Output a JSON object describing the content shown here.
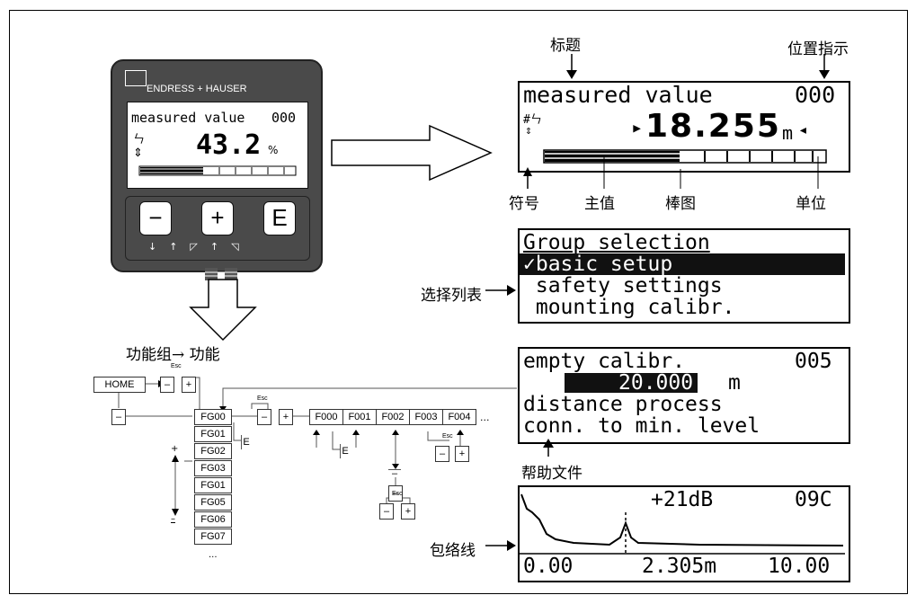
{
  "device": {
    "brand": "ENDRESS + HAUSER",
    "screen_title": "measured value",
    "screen_pos": "000",
    "screen_value": "43.2",
    "screen_unit": "%",
    "buttons": [
      "−",
      "+",
      "E"
    ]
  },
  "labels_cn": {
    "title": "标题",
    "position": "位置指示",
    "symbol": "符号",
    "main_value": "主值",
    "bargraph": "棒图",
    "unit": "单位",
    "select_list": "选择列表",
    "fg_to_f": "功能组→ 功能",
    "help_text": "帮助文件",
    "envelope": "包络线"
  },
  "display1": {
    "title": "measured value",
    "pos": "000",
    "symbols_top": "#ㄣ",
    "value": "18.255",
    "unit": "m"
  },
  "display2": {
    "lines": [
      "Group selection",
      "✓basic setup",
      " safety settings",
      " mounting calibr."
    ]
  },
  "display3": {
    "line1": "empty calibr.",
    "pos": "005",
    "value": "20.000",
    "unit": "m",
    "line3": "distance process",
    "line4": "conn. to min. level"
  },
  "display4": {
    "db": "+21dB",
    "code": "09C",
    "x_start": "0.00",
    "x_mid": "2.305m",
    "x_end": "10.00"
  },
  "menu": {
    "home": "HOME",
    "esc": "Esc",
    "minus": "–",
    "plus": "+",
    "e": "E",
    "groups": [
      "FG00",
      "FG01",
      "FG02",
      "FG03",
      "FG01",
      "FG05",
      "FG06",
      "FG07"
    ],
    "functions": [
      "F000",
      "F001",
      "F002",
      "F003",
      "F004"
    ],
    "ellipsis": "...",
    "ellipsis_v": "..."
  }
}
